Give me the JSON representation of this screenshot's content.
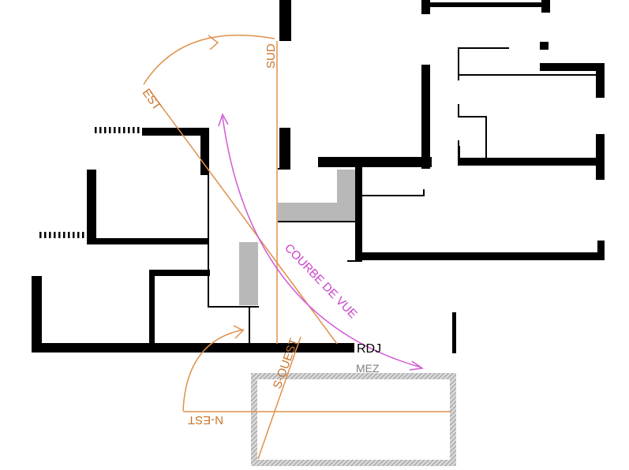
{
  "labels": {
    "sud": "SUD",
    "est": "EST",
    "s_ouest": "S-OUEST",
    "n_est": "N-EST",
    "courbe": "COURBE DE VUE",
    "rdj": "RDJ",
    "mez": "MEZ"
  },
  "colors": {
    "wall": "#000000",
    "orientation": "#e0904a",
    "orientation_text": "#c8742c",
    "view_curve": "#d35ad3",
    "fill": "#b8b8b8",
    "mez_text": "#808080"
  }
}
